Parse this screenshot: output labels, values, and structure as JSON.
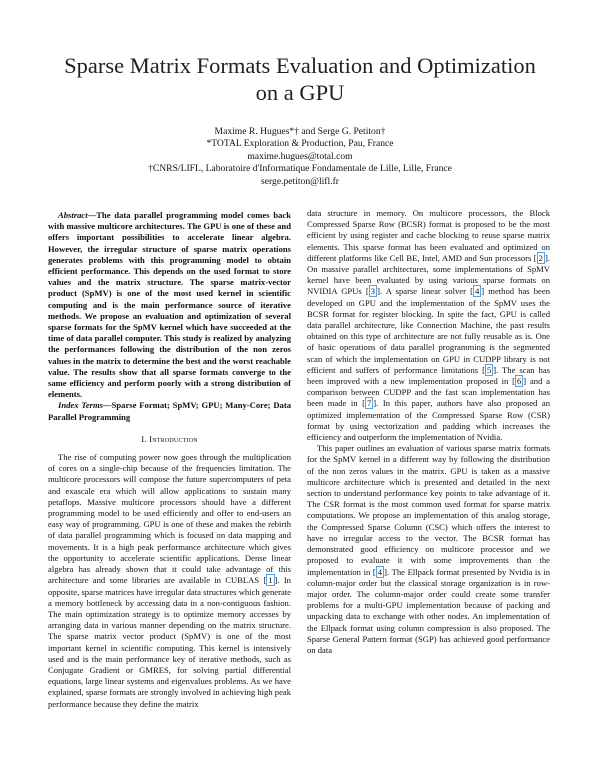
{
  "title": {
    "line1": "Sparse Matrix Formats Evaluation and Optimization",
    "line2": "on a GPU"
  },
  "authors": {
    "names": "Maxime R. Hugues*† and Serge G. Petiton†",
    "affil1": "*TOTAL Exploration & Production, Pau, France",
    "email1": "maxime.hugues@total.com",
    "affil2": "†CNRS/LIFL, Laboratoire d'Informatique Fondamentale de Lille, Lille, France",
    "email2": "serge.petiton@lifl.fr"
  },
  "abstract": {
    "label": "Abstract",
    "text": "—The data parallel programming model comes back with massive multicore architectures. The GPU is one of these and offers important possibilities to accelerate linear algebra. However, the irregular structure of sparse matrix operations generates problems with this programming model to obtain efficient performance. This depends on the used format to store values and the matrix structure. The sparse matrix-vector product (SpMV) is one of the most used kernel in scientific computing and is the main performance source of iterative methods. We propose an evaluation and optimization of several sparse formats for the SpMV kernel which have succeeded at the time of data parallel computer. This study is realized by analyzing the performances following the distribution of the non zeros values in the matrix to determine the best and the worst reachable value. The results show that all sparse formats converge to the same efficiency and perform poorly with a strong distribution of elements."
  },
  "index_terms": {
    "label": "Index Terms",
    "text": "—Sparse Format; SpMV; GPU; Many-Core; Data Parallel Programming"
  },
  "section1": {
    "number": "I.",
    "title": "Introduction"
  },
  "left_paragraph": [
    "The rise of computing power now goes through the multiplication of cores on a single-chip because of the frequencies limitation. The multicore processors will compose the future supercomputers of peta and exascale era which will allow applications to sustain many petaflops. Massive multicore processors should have a different programming model to be used efficiently and offer to end-users an easy way of programming. GPU is one of these and makes the rebirth of data parallel programming which is focused on data mapping and movements. It is a high peak performance architecture which gives the opportunity to accelerate scientific applications. Dense linear algebra has already shown that it could take advantage of this architecture and some libraries are available in CUBLAS ",
    "1",
    ". In opposite, sparse matrices have irregular data structures which generate a memory bottleneck by accessing data in a non-contiguous fashion. The main optimization strategy is to optimize memory accesses by arranging data in various manner depending on the matrix structure. The sparse matrix vector product (SpMV) is one of the most important kernel in scientific computing. This kernel is intensively used and is the main performance key of iterative methods, such as Conjugate Gradient or GMRES, for solving partial differential equations, large linear systems and eigenvalues problems. As we have explained, sparse formats are strongly involved in achieving high peak performance because they define the matrix"
  ],
  "right_paragraph1": [
    "data structure in memory. On multicore processors, the Block Compressed Sparse Row (BCSR) format is proposed to be the most efficient by using register and cache blocking to reuse sparse matrix elements. This sparse format has been evaluated and optimized on different platforms like Cell BE, Intel, AMD and Sun processors ",
    "2",
    ". On massive parallel architectures, some implementations of SpMV kernel have been evaluated by using various sparse formats on NVIDIA GPUs ",
    "3",
    ". A sparse linear solver ",
    "4",
    " method has been developed on GPU and the implementation of the SpMV uses the BCSR format for register blocking. In spite the fact, GPU is called data parallel architecture, like Connection Machine, the past results obtained on this type of architecture are not fully reusable as is. One of basic operations of data parallel programming is the segmented scan of which the implementation on GPU in CUDPP library is not efficient and suffers of performance limitations ",
    "5",
    ". The scan has been improved with a new implementation proposed in ",
    "6",
    " and a comparison between CUDPP and the fast scan implementation has been made in ",
    "7",
    ". In this paper, authors have also proposed an optimized implementation of the Compressed Sparse Row (CSR) format by using vectorization and padding which increases the efficiency and outperform the implementation of Nvidia."
  ],
  "right_paragraph2": [
    "This paper outlines an evaluation of various sparse matrix formats for the SpMV kernel in a different way by following the distribution of the non zeros values in the matrix. GPU is taken as a massive multicore architecture which is presented and detailed in the next section to understand performance key points to take advantage of it. The CSR format is the most common used format for sparse matrix computations. We propose an implementation of this analog storage, the Compressed Sparse Column (CSC) which offers the interest to have no irregular access to the vector. The BCSR format has demonstrated good efficiency on multicore processor and we proposed to evaluate it with some improvements than the implementation in ",
    "4",
    ". The Ellpack format presented by Nvidia is in column-major order but the classical storage organization is in row-major order. The column-major order could create some transfer problems for a multi-GPU implementation because of packing and unpacking data to exchange with other nodes. An implementation of the Ellpack format using column compression is also proposed. The Sparse General Pattern format (SGP) has achieved good performance on data"
  ]
}
